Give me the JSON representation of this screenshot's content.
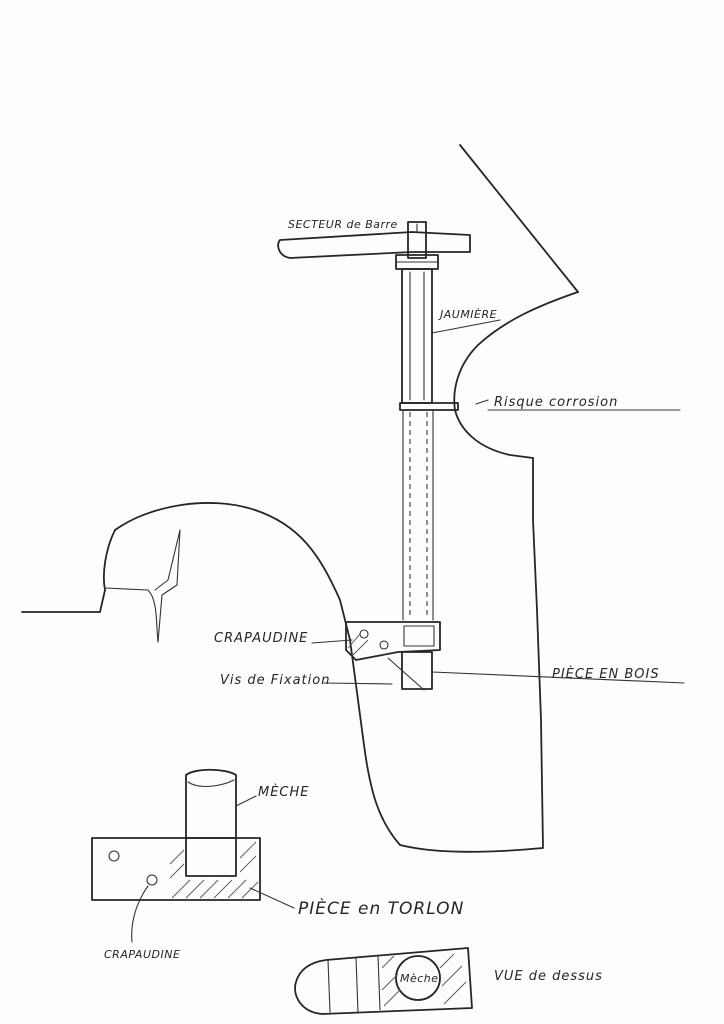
{
  "labels": {
    "secteur_barre": "SECTEUR de Barre",
    "jaumiere": "JAUMIÈRE",
    "risque_corrosion": "Risque corrosion",
    "crapaudine": "CRAPAUDINE",
    "vis_fixation": "Vis de Fixation",
    "piece_bois": "PIÈCE EN BOIS",
    "meche": "MÈCHE",
    "piece_torlon": "PIÈCE en TORLON",
    "crapaudine_detail": "CRAPAUDINE",
    "meche_section": "Mèche",
    "vue_dessus": "VUE de dessus"
  }
}
